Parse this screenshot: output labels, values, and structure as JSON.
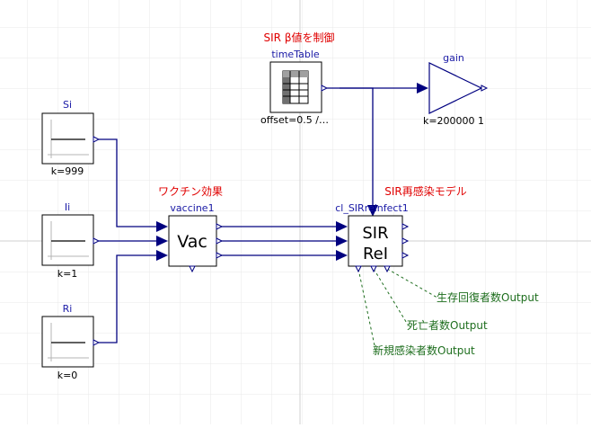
{
  "annotations": {
    "sir_beta": "SIR β値を制御",
    "vaccine_effect": "ワクチン効果",
    "sir_reinfection_model": "SIR再感染モデル"
  },
  "blocks": {
    "si": {
      "name": "Si",
      "param": "k=999"
    },
    "ii": {
      "name": "Ii",
      "param": "k=1"
    },
    "ri": {
      "name": "Ri",
      "param": "k=0"
    },
    "vaccine": {
      "name": "vaccine1",
      "symbol": "Vac"
    },
    "sir": {
      "name": "cl_SIRreinfect1",
      "symbol_line1": "SIR",
      "symbol_line2": "ReI"
    },
    "timetable": {
      "name": "timeTable",
      "param": "offset=0.5 /…"
    },
    "gain": {
      "name": "gain",
      "param": "k=200000 1"
    }
  },
  "outputs": {
    "survivors": "生存回復者数Output",
    "deaths": "死亡者数Output",
    "new_infections": "新規感染者数Output"
  },
  "colors": {
    "wire": "#00007f",
    "annotation": "#e00000",
    "output_label": "#1e6e1e",
    "block_name": "#1a1aa6"
  }
}
